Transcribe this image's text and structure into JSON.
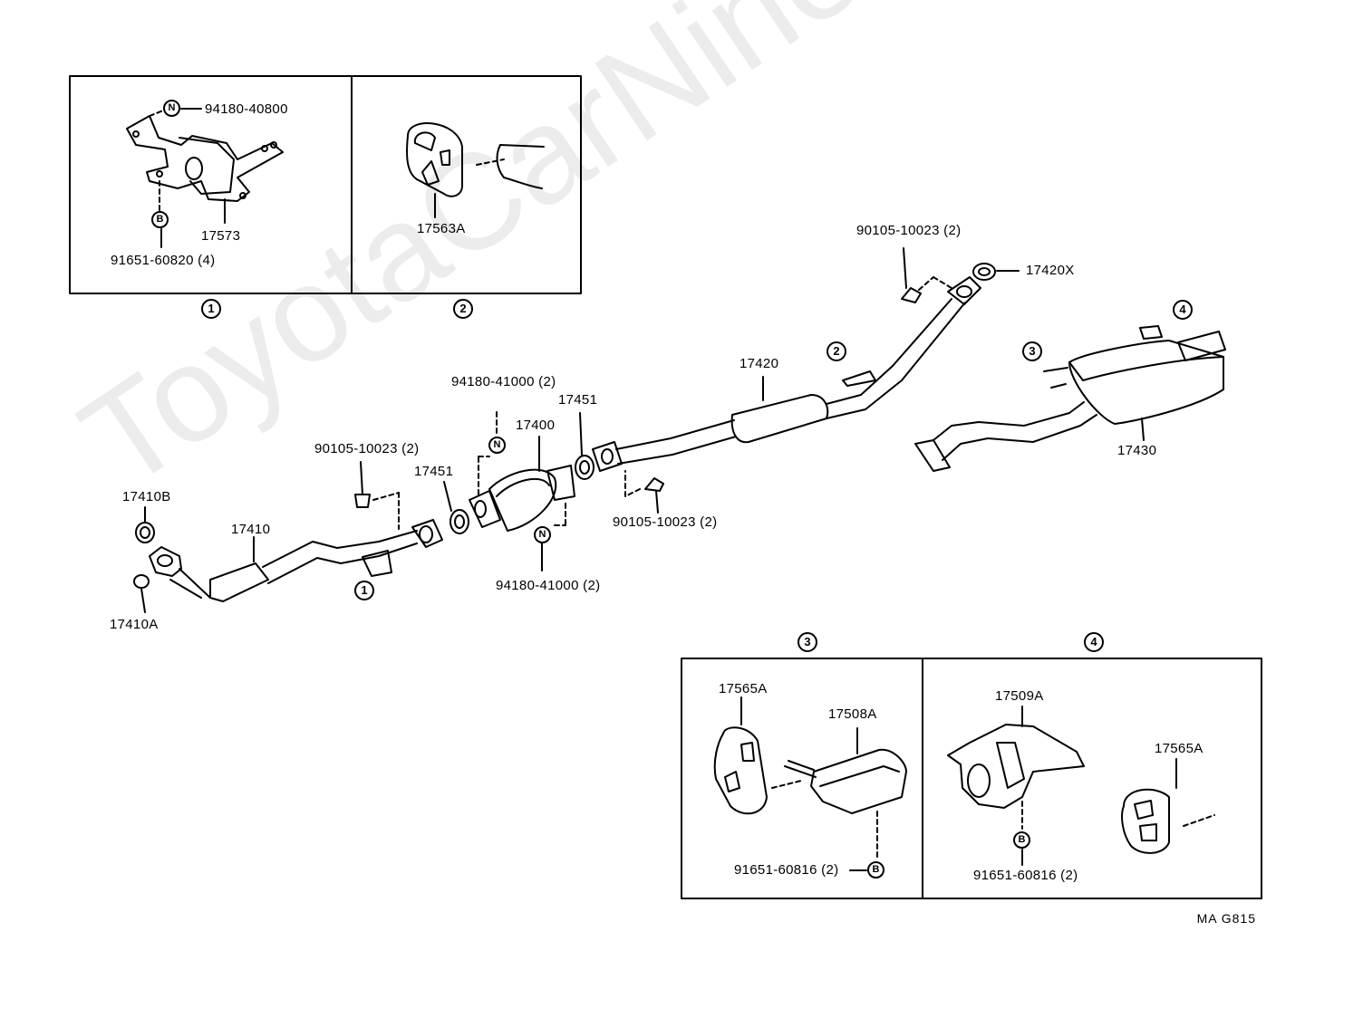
{
  "watermark": "ToyotaCarNine.ru",
  "diagram_code": "MA G815",
  "markers": {
    "one": "1",
    "two": "2",
    "three": "3",
    "four": "4",
    "n": "N",
    "b": "B"
  },
  "inset1": {
    "p1": "94180-40800",
    "p2": "17573",
    "p3": "91651-60820 (4)"
  },
  "inset2": {
    "p1": "17563A"
  },
  "inset3": {
    "p1": "17565A",
    "p2": "17508A",
    "p3": "91651-60816 (2)"
  },
  "inset4": {
    "p1": "17509A",
    "p2": "17565A",
    "p3": "91651-60816 (2)"
  },
  "main": {
    "p17410B": "17410B",
    "p17410A": "17410A",
    "p17410": "17410",
    "bolt1": "90105-10023 (2)",
    "gasket1": "17451",
    "nut_top": "94180-41000 (2)",
    "converter": "17400",
    "gasket2": "17451",
    "bolt2": "90105-10023 (2)",
    "nut_bottom": "94180-41000 (2)",
    "center_pipe": "17420",
    "bolt3": "90105-10023 (2)",
    "gasket3": "17420X",
    "muffler": "17430"
  }
}
